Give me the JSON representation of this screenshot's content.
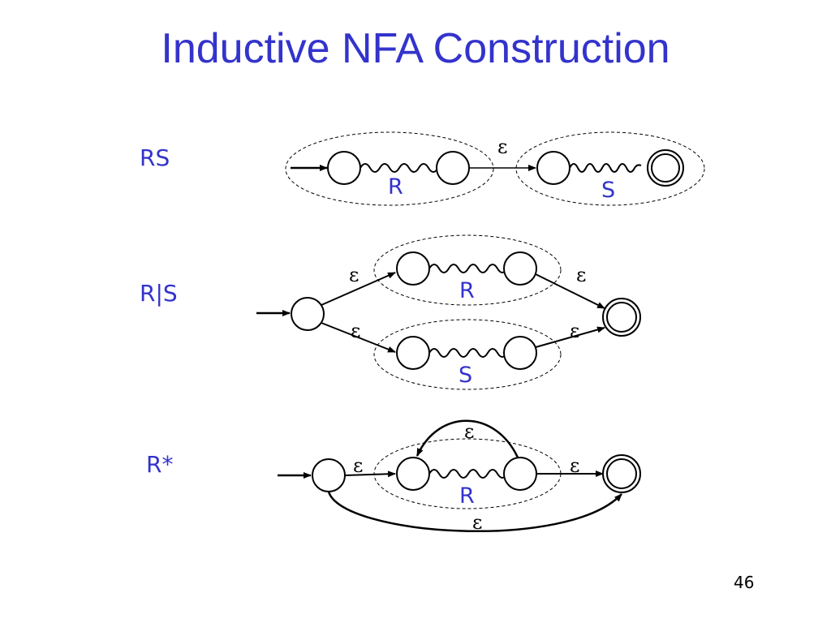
{
  "slide": {
    "title": "Inductive NFA Construction",
    "page_number": "46"
  },
  "rows": {
    "concat": {
      "label": "RS",
      "epsilon": "ε",
      "r": "R",
      "s": "S"
    },
    "union": {
      "label": "R|S",
      "eps_top_in": "ε",
      "eps_top_out": "ε",
      "eps_bot_in": "ε",
      "eps_bot_out": "ε",
      "r": "R",
      "s": "S"
    },
    "star": {
      "label": "R*",
      "eps_loop": "ε",
      "eps_in": "ε",
      "eps_out": "ε",
      "eps_skip": "ε",
      "r": "R"
    }
  }
}
